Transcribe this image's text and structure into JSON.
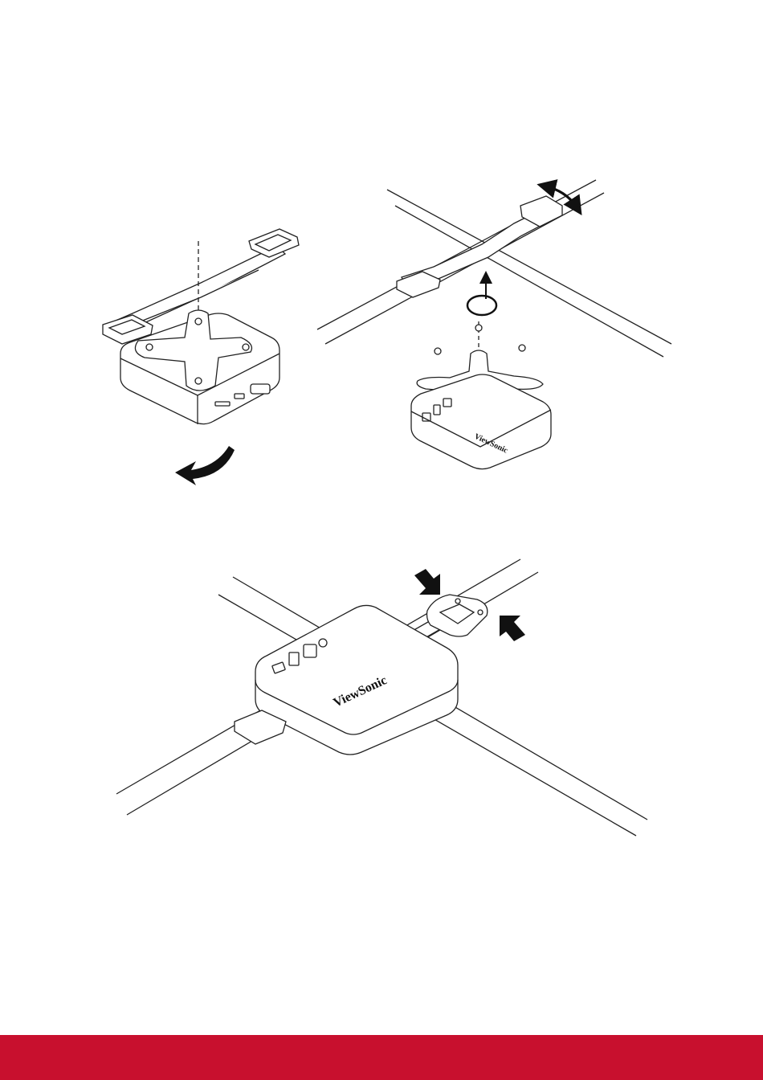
{
  "brand": {
    "name": "ViewSonic",
    "footer_color": "#c8102e"
  },
  "figures": [
    {
      "id": "step-1",
      "icon": "rotate-arrow-icon"
    },
    {
      "id": "step-2",
      "icon": "rotate-screw-icon"
    },
    {
      "id": "step-3",
      "icon": "push-arrows-icon"
    }
  ]
}
